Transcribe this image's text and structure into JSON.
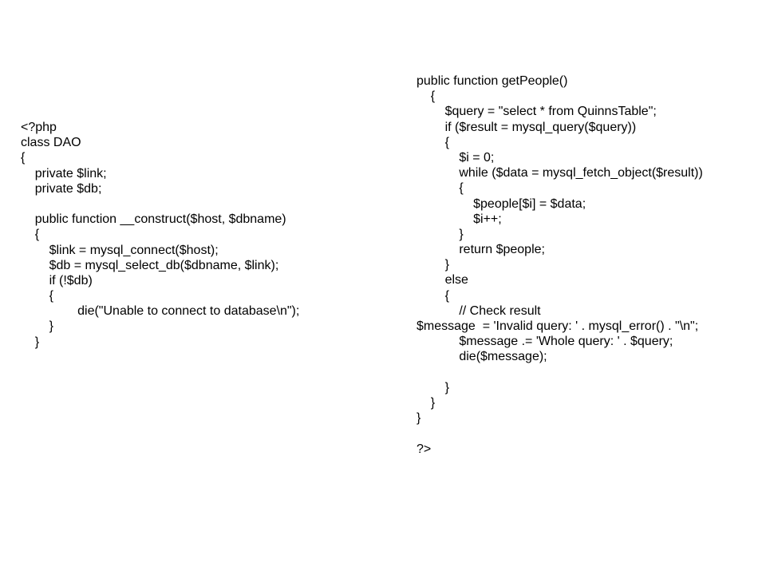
{
  "colors": {
    "background": "#ffffff",
    "text": "#000000"
  },
  "left_column": {
    "lines": [
      "<?php",
      "class DAO",
      "{",
      "    private $link;",
      "    private $db;",
      "",
      "    public function __construct($host, $dbname)",
      "    {",
      "        $link = mysql_connect($host);",
      "        $db = mysql_select_db($dbname, $link);",
      "        if (!$db)",
      "        {",
      "                die(\"Unable to connect to database\\n\");",
      "        }",
      "    }"
    ]
  },
  "right_column": {
    "lines": [
      "public function getPeople()",
      "    {",
      "        $query = \"select * from QuinnsTable\";",
      "        if ($result = mysql_query($query))",
      "        {",
      "            $i = 0;",
      "            while ($data = mysql_fetch_object($result))",
      "            {",
      "                $people[$i] = $data;",
      "                $i++;",
      "            }",
      "            return $people;",
      "        }",
      "        else",
      "        {",
      "            // Check result",
      "$message  = 'Invalid query: ' . mysql_error() . \"\\n\";",
      "            $message .= 'Whole query: ' . $query;",
      "            die($message);",
      "",
      "        }",
      "    }",
      "}",
      "",
      "?>"
    ]
  }
}
